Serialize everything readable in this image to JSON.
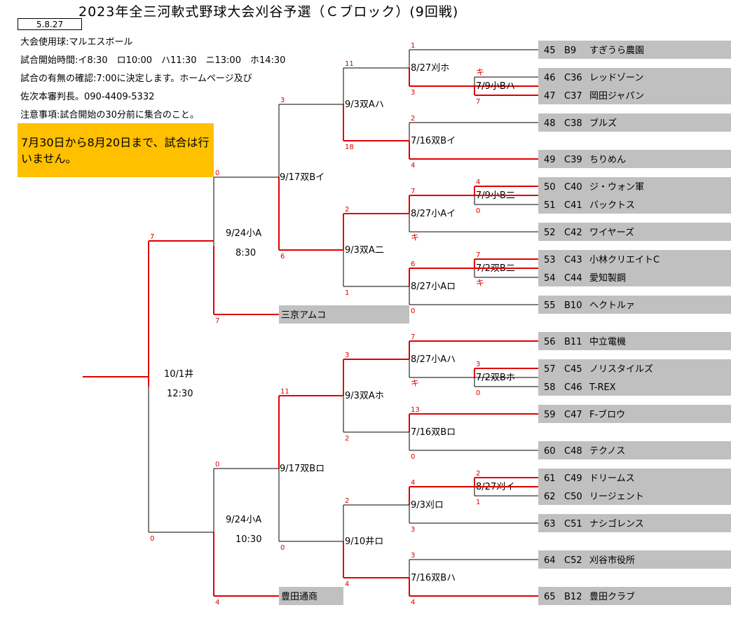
{
  "title": "2023年全三河軟式野球大会刈谷予選（Ｃブロック）(9回戦)",
  "date_label": "5.8.27",
  "info": {
    "ball": "大会使用球:マルエスボール",
    "times": "試合開始時間:イ8:30　ロ10:00　ハ11:30　ニ13:00　ホ14:30",
    "confirm1": "試合の有無の確認:7:00に決定します。ホームページ及び",
    "confirm2": "佐次本審判長。090-4409-5332",
    "note": "注意事項:試合開始の30分前に集合のこと。"
  },
  "notice": "7月30日から8月20日まで、試合は行いません。",
  "colors": {
    "win_line": "#e00000",
    "lose_line": "#000000",
    "team_bg": "#c0c0c0",
    "notice_bg": "#ffc000"
  },
  "teams": [
    {
      "no": "45",
      "code": "B9",
      "name": "すぎうら農園"
    },
    {
      "no": "46",
      "code": "C36",
      "name": "レッドゾーン"
    },
    {
      "no": "47",
      "code": "C37",
      "name": "岡田ジャパン"
    },
    {
      "no": "48",
      "code": "C38",
      "name": "ブルズ"
    },
    {
      "no": "49",
      "code": "C39",
      "name": "ちりめん"
    },
    {
      "no": "50",
      "code": "C40",
      "name": "ジ・ウォン軍"
    },
    {
      "no": "51",
      "code": "C41",
      "name": "バックトス"
    },
    {
      "no": "52",
      "code": "C42",
      "name": "ワイヤーズ"
    },
    {
      "no": "53",
      "code": "C43",
      "name": "小林クリエイトC"
    },
    {
      "no": "54",
      "code": "C44",
      "name": "愛知製鋼"
    },
    {
      "no": "55",
      "code": "B10",
      "name": "ヘクトルァ"
    },
    {
      "no": "56",
      "code": "B11",
      "name": "中立電機"
    },
    {
      "no": "57",
      "code": "C45",
      "name": "ノリスタイルズ"
    },
    {
      "no": "58",
      "code": "C46",
      "name": "T-REX"
    },
    {
      "no": "59",
      "code": "C47",
      "name": "F-ブロウ"
    },
    {
      "no": "60",
      "code": "C48",
      "name": "テクノス"
    },
    {
      "no": "61",
      "code": "C49",
      "name": "ドリームス"
    },
    {
      "no": "62",
      "code": "C50",
      "name": "リージェント"
    },
    {
      "no": "63",
      "code": "C51",
      "name": "ナシゴレンス"
    },
    {
      "no": "64",
      "code": "C52",
      "name": "刈谷市役所"
    },
    {
      "no": "65",
      "code": "B12",
      "name": "豊田クラブ"
    }
  ],
  "seeds": [
    {
      "name": "三京アムコ"
    },
    {
      "name": "豊田通商"
    }
  ],
  "games": [
    {
      "label": "8/27刈ホ",
      "top": "1",
      "bottom": "3"
    },
    {
      "label": "7/9小Bハ",
      "top": "キ",
      "bottom": "7"
    },
    {
      "label": "7/16双Bイ",
      "top": "2",
      "bottom": "4"
    },
    {
      "label": "9/3双Aハ",
      "top": "11",
      "bottom": "18"
    },
    {
      "label": "7/9小B二",
      "top": "4",
      "bottom": "0"
    },
    {
      "label": "8/27小Aイ",
      "top": "7",
      "bottom": "キ"
    },
    {
      "label": "7/2双B二",
      "top": "7",
      "bottom": "キ"
    },
    {
      "label": "8/27小Aロ",
      "top": "6",
      "bottom": "0"
    },
    {
      "label": "9/3双A二",
      "top": "2",
      "bottom": "1"
    },
    {
      "label": "9/17双Bイ",
      "top": "3",
      "bottom": "6"
    },
    {
      "label": "9/24小A",
      "time": "8:30",
      "top": "0",
      "bottom": "7"
    },
    {
      "label": "7/2双Bホ",
      "top": "3",
      "bottom": "0"
    },
    {
      "label": "8/27小Aハ",
      "top": "7",
      "bottom": "キ"
    },
    {
      "label": "7/16双Bロ",
      "top": "13",
      "bottom": "0"
    },
    {
      "label": "9/3双Aホ",
      "top": "3",
      "bottom": "2"
    },
    {
      "label": "8/27刈イ",
      "top": "2",
      "bottom": "1"
    },
    {
      "label": "9/3刈ロ",
      "top": "4",
      "bottom": "3"
    },
    {
      "label": "7/16双Bハ",
      "top": "3",
      "bottom": "4"
    },
    {
      "label": "9/10井ロ",
      "top": "2",
      "bottom": "4"
    },
    {
      "label": "9/17双Bロ",
      "top": "11",
      "bottom": "0"
    },
    {
      "label": "9/24小A",
      "time": "10:30",
      "top": "0",
      "bottom": "4"
    },
    {
      "label": "10/1井",
      "time": "12:30",
      "top": "7",
      "bottom": "0"
    }
  ]
}
